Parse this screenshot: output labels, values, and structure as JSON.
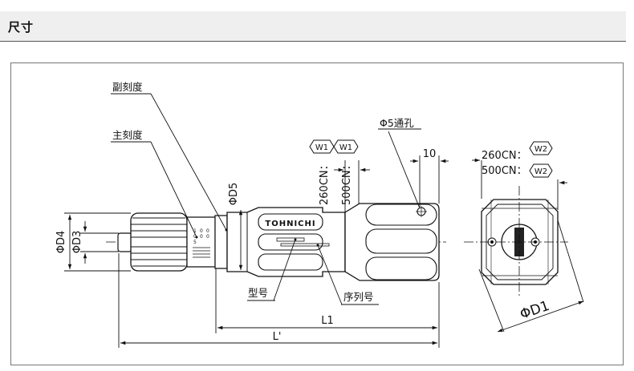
{
  "header": {
    "title": "尺寸"
  },
  "labels": {
    "sub_scale": "副刻度",
    "main_scale": "主刻度",
    "model_no": "型号",
    "serial_no": "序列号",
    "hole": "Φ5通孔"
  },
  "dimensions": {
    "d1": "ΦD1",
    "d3": "ΦD3",
    "d4": "ΦD4",
    "d5": "ΦD5",
    "l1": "L1",
    "l_prime": "L'",
    "ten": "10",
    "w_260": "260CN：",
    "w_500": "500CN：",
    "w1": "W1",
    "w2": "W2"
  },
  "brand": "TOHNICHI",
  "scale_marks": [
    "1",
    "0",
    "5",
    "0",
    "0",
    "0",
    "0"
  ]
}
